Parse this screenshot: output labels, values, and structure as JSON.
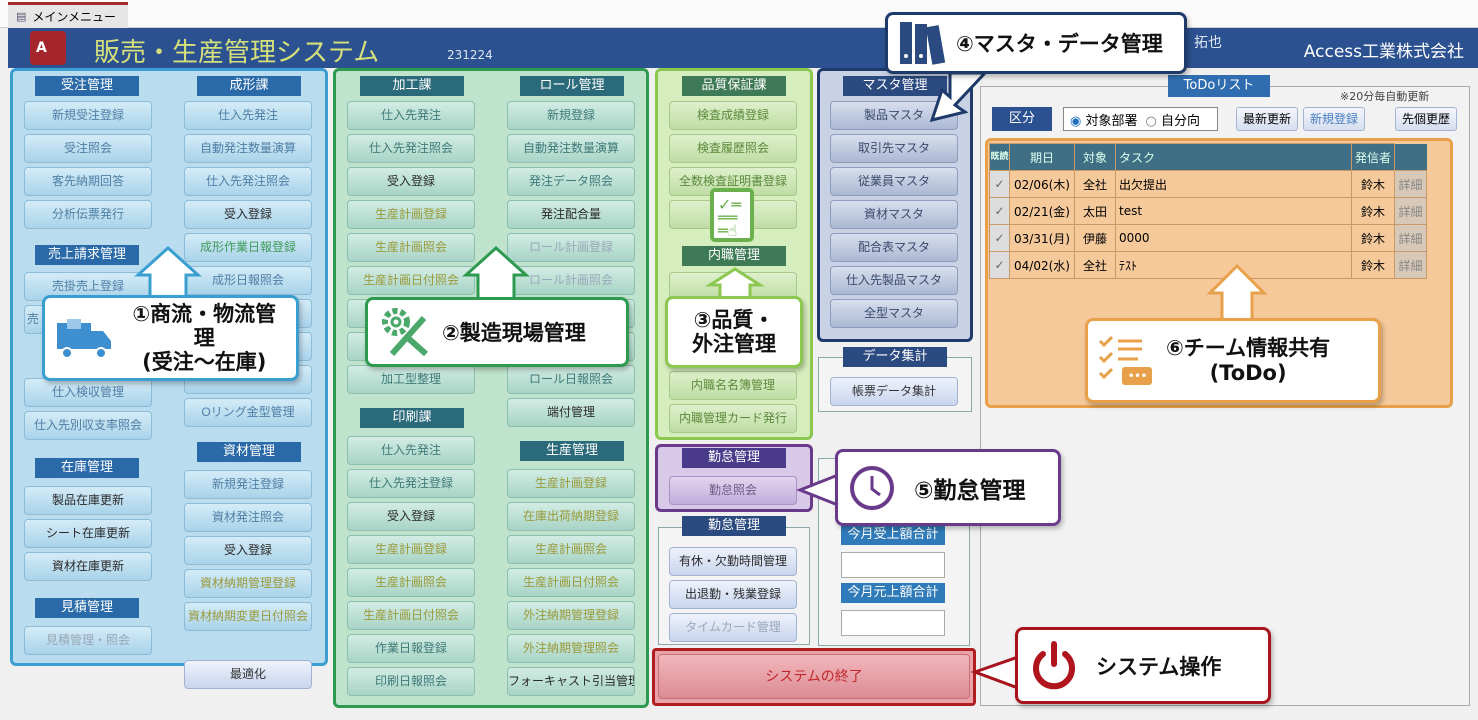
{
  "window": {
    "tab_title": "メインメニュー"
  },
  "header": {
    "app_title": "販売・生産管理システム",
    "version": "231224",
    "user": "拓也",
    "company": "Access工業株式会社",
    "logo_letter": "A"
  },
  "colors": {
    "header": "#2b5190",
    "blue_section": "#3a9fd0",
    "green_section": "#2e9a50",
    "lightgreen_section": "#8cc850",
    "navy_section": "#1e3a6a",
    "purple_section": "#6a3a8a",
    "exit": "#c0282c",
    "todo": "#e8a04a"
  },
  "groups": [
    {
      "id": "juchu",
      "header": "受注管理",
      "items": [
        {
          "label": "新規受注登録"
        },
        {
          "label": "受注照会"
        },
        {
          "label": "客先納期回答"
        },
        {
          "label": "分析伝票発行"
        }
      ]
    },
    {
      "id": "uriage",
      "header": "売上請求管理",
      "items": [
        {
          "label": "売掛売上登録"
        },
        {
          "label": "売"
        }
      ]
    },
    {
      "id": "shiire",
      "header": "",
      "items": [
        {
          "label": "仕入検収管理"
        },
        {
          "label": "仕入先別収支率照会"
        }
      ]
    },
    {
      "id": "zaiko",
      "header": "在庫管理",
      "items": [
        {
          "label": "製品在庫更新",
          "tone": "dark"
        },
        {
          "label": "シート在庫更新",
          "tone": "dark"
        },
        {
          "label": "資材在庫更新",
          "tone": "dark"
        }
      ]
    },
    {
      "id": "mitsumori",
      "header": "見積管理",
      "items": [
        {
          "label": "見積管理・照会",
          "tone": "muted"
        }
      ]
    },
    {
      "id": "seikei",
      "header": "成形課",
      "items": [
        {
          "label": "仕入先発注"
        },
        {
          "label": "自動発注数量演算"
        },
        {
          "label": "仕入先発注照会"
        },
        {
          "label": "受入登録",
          "tone": "dark"
        },
        {
          "label": "成形作業日報登録",
          "tone": "greent"
        },
        {
          "label": "成形日報照会"
        },
        {
          "label": ""
        },
        {
          "label": ""
        },
        {
          "label": ""
        },
        {
          "label": "Oリング金型管理"
        }
      ]
    },
    {
      "id": "shizai",
      "header": "資材管理",
      "items": [
        {
          "label": "新規発注登録"
        },
        {
          "label": "資材発注照会"
        },
        {
          "label": "受入登録",
          "tone": "dark"
        },
        {
          "label": "資材納期管理登録",
          "tone": "olive"
        },
        {
          "label": "資材納期変更日付照会",
          "tone": "olive"
        }
      ]
    },
    {
      "id": "kako",
      "header": "加工課",
      "items": [
        {
          "label": "仕入先発注"
        },
        {
          "label": "仕入先発注照会"
        },
        {
          "label": "受入登録",
          "tone": "dark"
        },
        {
          "label": "生産計画登録",
          "tone": "olive"
        },
        {
          "label": "生産計画照会",
          "tone": "olive"
        },
        {
          "label": "生産計画日付照会",
          "tone": "olive"
        },
        {
          "label": ""
        },
        {
          "label": ""
        },
        {
          "label": "加工型整理"
        }
      ]
    },
    {
      "id": "roll",
      "header": "ロール管理",
      "items": [
        {
          "label": "新規登録"
        },
        {
          "label": "自動発注数量演算"
        },
        {
          "label": "発注データ照会"
        },
        {
          "label": "発注配合量",
          "tone": "dark"
        },
        {
          "label": "ロール計画登録",
          "tone": "muted"
        },
        {
          "label": "ロール計画照会",
          "tone": "muted"
        },
        {
          "label": ""
        },
        {
          "label": ""
        },
        {
          "label": "ロール日報照会"
        },
        {
          "label": "端付管理",
          "tone": "dark"
        }
      ]
    },
    {
      "id": "insatsu",
      "header": "印刷課",
      "items": [
        {
          "label": "仕入先発注"
        },
        {
          "label": "仕入先発注登録"
        },
        {
          "label": "受入登録",
          "tone": "dark"
        },
        {
          "label": "生産計画登録",
          "tone": "olive"
        },
        {
          "label": "生産計画照会",
          "tone": "olive"
        },
        {
          "label": "生産計画日付照会",
          "tone": "olive"
        },
        {
          "label": "作業日報登録"
        },
        {
          "label": "印刷日報照会"
        }
      ]
    },
    {
      "id": "seisan",
      "header": "生産管理",
      "items": [
        {
          "label": "生産計画登録",
          "tone": "olive"
        },
        {
          "label": "在庫出荷納期登録",
          "tone": "olive"
        },
        {
          "label": "生産計画照会",
          "tone": "olive"
        },
        {
          "label": "生産計画日付照会",
          "tone": "olive"
        },
        {
          "label": "外注納期管理登録",
          "tone": "olive"
        },
        {
          "label": "外注納期管理照会",
          "tone": "olive"
        },
        {
          "label": "フォーキャスト引当管理",
          "tone": "dark"
        }
      ]
    },
    {
      "id": "hinshitsu",
      "header": "品質保証課",
      "items": [
        {
          "label": "検査成績登録"
        },
        {
          "label": "検査履歴照会"
        },
        {
          "label": "全数検査証明書登録"
        },
        {
          "label": ""
        }
      ]
    },
    {
      "id": "naishoku",
      "header": "内職管理",
      "items": [
        {
          "label": ""
        },
        {
          "label": ""
        },
        {
          "label": ""
        },
        {
          "label": "内職名名簿管理"
        },
        {
          "label": "内職管理カード発行"
        }
      ]
    },
    {
      "id": "master",
      "header": "マスタ管理",
      "items": [
        {
          "label": "製品マスタ"
        },
        {
          "label": "取引先マスタ"
        },
        {
          "label": "従業員マスタ"
        },
        {
          "label": "資材マスタ"
        },
        {
          "label": "配合表マスタ"
        },
        {
          "label": "仕入先製品マスタ"
        },
        {
          "label": "全型マスタ"
        }
      ]
    },
    {
      "id": "shukei",
      "header": "データ集計",
      "items": [
        {
          "label": "帳票データ集計"
        }
      ]
    },
    {
      "id": "kintai1",
      "header": "勤怠管理",
      "items": [
        {
          "label": "勤怠照会"
        }
      ]
    },
    {
      "id": "kintai2",
      "header": "勤怠管理",
      "items": [
        {
          "label": "有休・欠勤時間管理",
          "tone": "dark"
        },
        {
          "label": "出退勤・残業登録",
          "tone": "dark"
        },
        {
          "label": "タイムカード管理",
          "tone": "muted"
        }
      ]
    }
  ],
  "misc": {
    "optimize": "最適化",
    "exit": "システムの終了",
    "sales_total_label": "今月受上額合計",
    "sales_total_value": "",
    "sales_total2_label": "今月元上額合計",
    "sales_total2_value": ""
  },
  "todo": {
    "title": "ToDoリスト",
    "auto_refresh": "※20分毎自動更新",
    "category_label": "区分",
    "radio_options": [
      "対象部署",
      "自分向"
    ],
    "radio_selected": 0,
    "refresh_btn": "最新更新",
    "new_btn": "新規登録",
    "history_btn": "先個更歴",
    "columns": [
      "既読",
      "期日",
      "対象",
      "タスク",
      "発信者"
    ],
    "detail_label": "詳細",
    "rows": [
      [
        "02/06(木)",
        "全社",
        "出欠提出",
        "鈴木"
      ],
      [
        "02/21(金)",
        "太田",
        "test",
        "鈴木"
      ],
      [
        "03/31(月)",
        "伊藤",
        "0000",
        "鈴木"
      ],
      [
        "04/02(水)",
        "全社",
        "ﾃｽﾄ",
        "鈴木"
      ]
    ]
  },
  "callouts": {
    "c1": [
      "①商流・物流管理",
      "(受注～在庫)"
    ],
    "c2": "②製造現場管理",
    "c3": [
      "③品質・",
      "外注管理"
    ],
    "c4": "④マスタ・データ管理",
    "c5": "⑤勤怠管理",
    "c6": [
      "⑥チーム情報共有",
      "(ToDo)"
    ],
    "c7": "システム操作"
  }
}
